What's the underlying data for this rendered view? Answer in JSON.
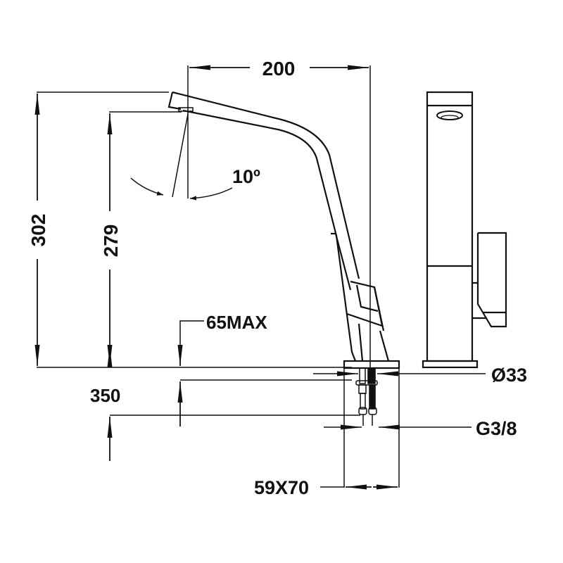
{
  "drawing": {
    "subject": "Kitchen faucet technical drawing",
    "line_color": "#111111",
    "background": "#ffffff"
  },
  "dimensions": {
    "spout_reach": "200",
    "total_height": "302",
    "spout_height": "279",
    "spout_angle": "10º",
    "max_counter_thickness": "65MAX",
    "hose_length": "350",
    "base_diameter": "Ø33",
    "connection_thread": "G3/8",
    "base_size": "59X70"
  }
}
